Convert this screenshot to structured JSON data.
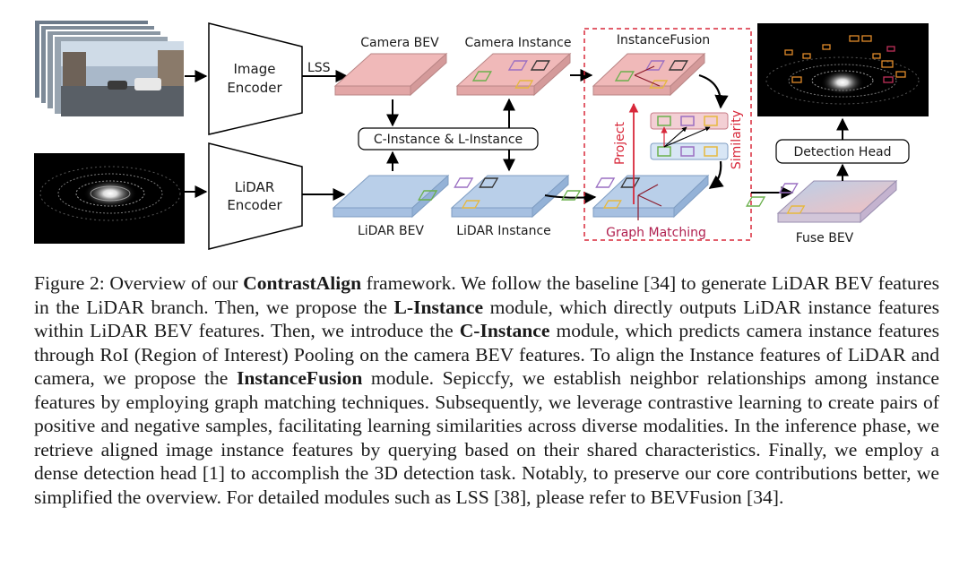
{
  "figure": {
    "labels": {
      "image_encoder_1": "Image",
      "image_encoder_2": "Encoder",
      "lidar_encoder_1": "LiDAR",
      "lidar_encoder_2": "Encoder",
      "lss": "LSS",
      "camera_bev": "Camera BEV",
      "camera_instance": "Camera Instance",
      "instance_fusion": "InstanceFusion",
      "c_l_instance": "C-Instance & L-Instance",
      "lidar_bev": "LiDAR BEV",
      "lidar_instance": "LiDAR Instance",
      "project": "Project",
      "similarity": "Similarity",
      "graph_matching": "Graph Matching",
      "detection_head": "Detection Head",
      "fuse_bev": "Fuse BEV"
    },
    "colors": {
      "camera_plane": "#f0b9b9",
      "lidar_plane": "#b9cfe9",
      "red_accent": "#d8283a",
      "graph_text": "#b0204f",
      "box_green": "#6ab04c",
      "box_purple": "#9a6fc2",
      "box_yellow": "#e6b83e",
      "box_black": "#333333"
    }
  },
  "caption": {
    "prefix": "Figure 2: Overview of our ",
    "name": "ContrastAlign",
    "t1": " framework.  We follow the baseline  [34] to generate LiDAR BEV features in the LiDAR branch.  Then, we propose the ",
    "l_instance": "L-Instance",
    "t2": " module, which directly outputs LiDAR instance features within LiDAR BEV features. Then, we introduce the ",
    "c_instance": "C-Instance",
    "t3": " module, which predicts camera instance features through RoI (Region of Interest) Pooling on the camera BEV features. To align the Instance features of LiDAR and camera, we propose the ",
    "instance_fusion": "InstanceFusion",
    "t4": " module. Sepiccfy, we establish neighbor relationships among instance features by employing graph matching techniques.  Subsequently, we leverage contrastive learning to create pairs of positive and negative samples, facilitating learning similarities across diverse modalities. In the inference phase, we retrieve aligned image instance features by querying based on their shared characteristics. Finally, we employ a dense detection head [1] to accomplish the 3D detection task. Notably, to preserve our core contributions better, we simplified the overview. For detailed modules such as LSS [38], please refer to BEVFusion [34]."
  }
}
